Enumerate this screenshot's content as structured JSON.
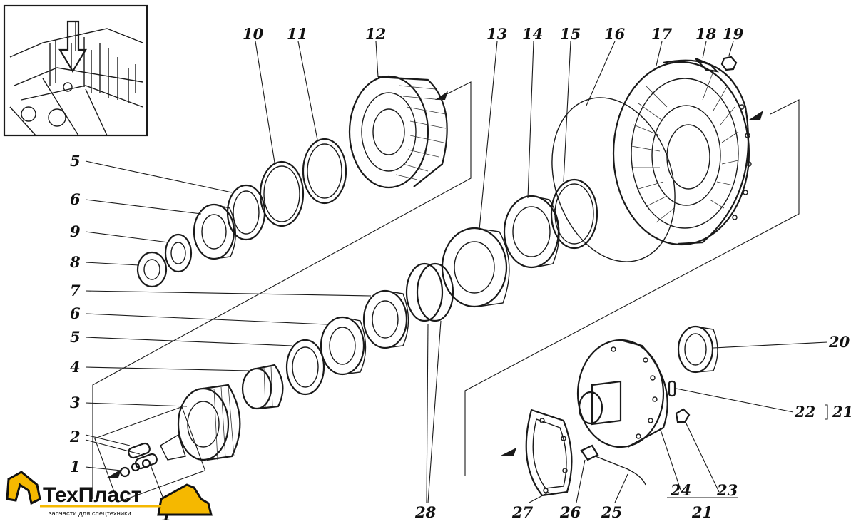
{
  "diagram": {
    "part_numbers": [
      "1",
      "2",
      "3",
      "4",
      "5",
      "5",
      "6",
      "6",
      "7",
      "8",
      "9",
      "10",
      "11",
      "12",
      "13",
      "14",
      "15",
      "16",
      "17",
      "18",
      "19",
      "20",
      "22",
      "21",
      "24",
      "23",
      "21",
      "25",
      "26",
      "27",
      "28",
      "1"
    ],
    "logo": {
      "name": "ТехПласт",
      "tagline": "запчасти для спецтехники",
      "colors": {
        "accent": "#f5b800",
        "ink": "#111111"
      }
    }
  }
}
